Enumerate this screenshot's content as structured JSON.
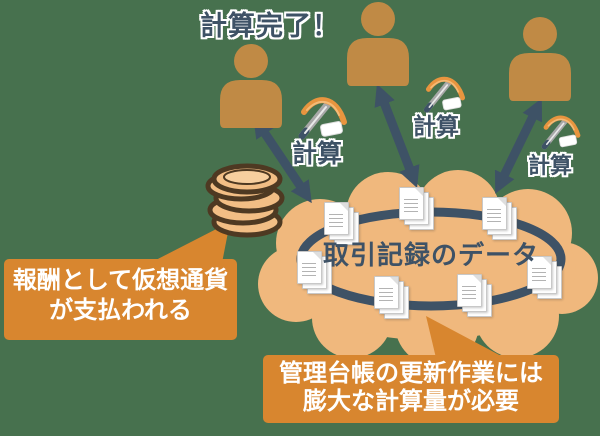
{
  "palette": {
    "bg": "#47714e",
    "slate": "#3e5266",
    "person": "#c08a45",
    "cloud": "#f0b87d",
    "callout": "#d8862f",
    "coin-fill": "#f2be85",
    "coin-edge": "#4e3922",
    "coin-light": "#f7cf9f",
    "paper": "#ffffff",
    "paper-edge": "#c8c8c8",
    "paper-line": "#b3b3b3",
    "metal": "#a8a8a8",
    "pick-orange": "#e8953f",
    "text-white": "#ffffff"
  },
  "status": {
    "complete_text": "計算完了！"
  },
  "miners": {
    "task_label": "計算",
    "count": 3
  },
  "ledger": {
    "label": "取引記録のデータ",
    "document_count": 7
  },
  "callouts": {
    "reward": {
      "line1": "報酬として仮想通貨",
      "line2": "が支払われる"
    },
    "work": {
      "line1": "管理台帳の更新作業には",
      "line2": "膨大な計算量が必要"
    }
  },
  "icons": {
    "person": "person-icon",
    "pickaxe": "pickaxe-icon",
    "coins": "coin-stack-icon",
    "document": "document-icon",
    "arrow": "double-headed-arrow-icon",
    "cloud": "cloud-shape"
  }
}
